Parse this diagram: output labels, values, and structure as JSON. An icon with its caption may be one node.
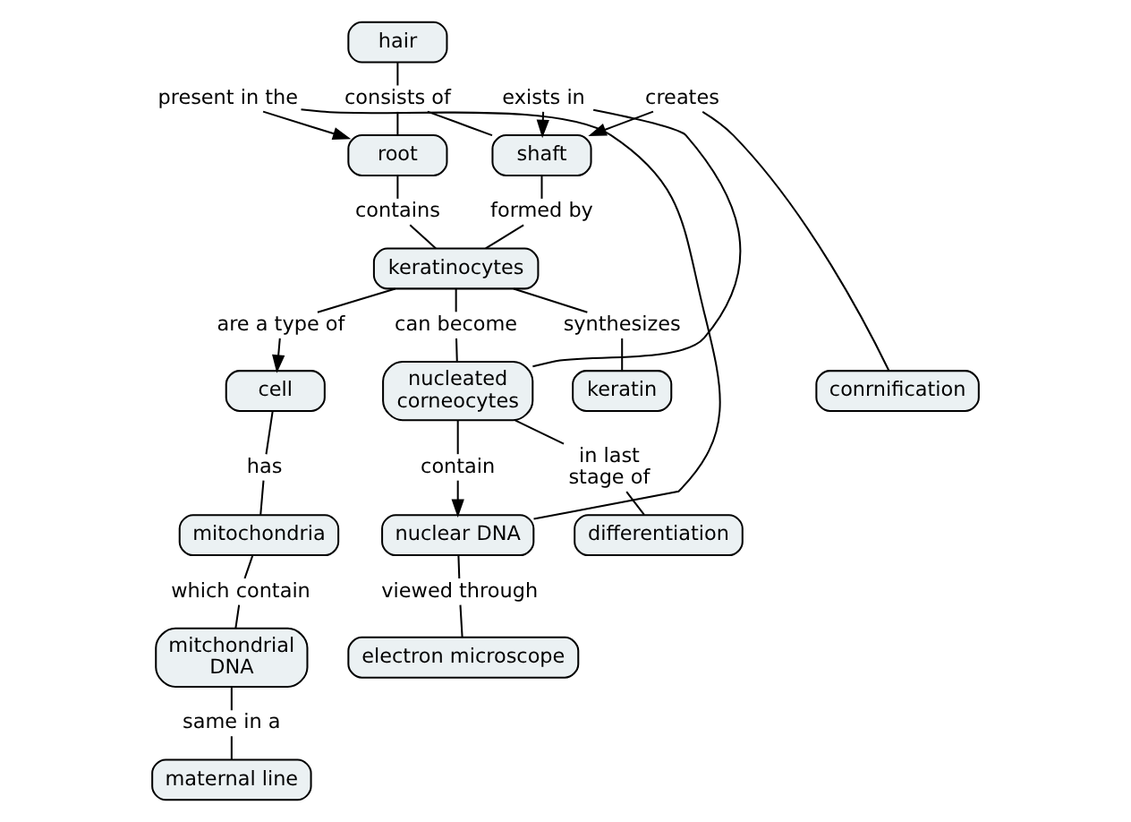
{
  "diagram": {
    "nodes": [
      {
        "text": [
          "hair"
        ]
      },
      {
        "text": [
          "consists of"
        ]
      },
      {
        "text": [
          "root"
        ]
      },
      {
        "text": [
          "shaft"
        ]
      },
      {
        "text": [
          "present in the"
        ]
      },
      {
        "text": [
          "formed by"
        ]
      },
      {
        "text": [
          "contains"
        ]
      },
      {
        "text": [
          "creates"
        ]
      },
      {
        "text": [
          "keratinocytes"
        ]
      },
      {
        "text": [
          "are a type of"
        ]
      },
      {
        "text": [
          "exists in"
        ]
      },
      {
        "text": [
          "cell"
        ]
      },
      {
        "text": [
          "can become"
        ]
      },
      {
        "text": [
          "synthesizes"
        ]
      },
      {
        "text": [
          "conrnification"
        ]
      },
      {
        "text": [
          "has"
        ]
      },
      {
        "text": [
          "nucleated corneocytes"
        ]
      },
      {
        "text": [
          "keratin"
        ]
      },
      {
        "text": [
          "mitochondria"
        ]
      },
      {
        "text": [
          "nuclear DNA"
        ]
      },
      {
        "text": [
          "contain"
        ]
      },
      {
        "text": [
          "in last stage of"
        ]
      },
      {
        "text": [
          "which contain"
        ]
      },
      {
        "text": [
          "mitchondrial DNA"
        ]
      },
      {
        "text": [
          "differentiation"
        ]
      },
      {
        "text": [
          "viewed through"
        ]
      },
      {
        "text": [
          "same in a"
        ]
      },
      {
        "text": [
          "maternal line"
        ]
      },
      {
        "text": [
          "electron microscope"
        ]
      }
    ],
    "edges": [
      {
        "from": 0,
        "to": 1,
        "arrow": "none"
      },
      {
        "from": 1,
        "to": 2,
        "arrow": "none"
      },
      {
        "from": 1,
        "to": 3,
        "arrow": "none"
      },
      {
        "from": 19,
        "to": 4,
        "arrow": "none"
      },
      {
        "from": 4,
        "to": 2,
        "arrow": "to"
      },
      {
        "from": 2,
        "to": 6,
        "arrow": "none"
      },
      {
        "from": 6,
        "to": 8,
        "arrow": "none"
      },
      {
        "from": 3,
        "to": 5,
        "arrow": "none"
      },
      {
        "from": 5,
        "to": 8,
        "arrow": "none"
      },
      {
        "from": 14,
        "to": 7,
        "arrow": "none"
      },
      {
        "from": 7,
        "to": 3,
        "arrow": "to"
      },
      {
        "from": 8,
        "to": 9,
        "arrow": "none"
      },
      {
        "from": 9,
        "to": 11,
        "arrow": "to"
      },
      {
        "from": 8,
        "to": 13,
        "arrow": "none"
      },
      {
        "from": 13,
        "to": 17,
        "arrow": "none"
      },
      {
        "from": 8,
        "to": 12,
        "arrow": "none"
      },
      {
        "from": 12,
        "to": 16,
        "arrow": "none"
      },
      {
        "from": 16,
        "to": 10,
        "arrow": "none"
      },
      {
        "from": 10,
        "to": 3,
        "arrow": "to"
      },
      {
        "from": 16,
        "to": 20,
        "arrow": "none"
      },
      {
        "from": 20,
        "to": 19,
        "arrow": "to"
      },
      {
        "from": 16,
        "to": 21,
        "arrow": "none"
      },
      {
        "from": 21,
        "to": 24,
        "arrow": "none"
      },
      {
        "from": 11,
        "to": 15,
        "arrow": "none"
      },
      {
        "from": 15,
        "to": 18,
        "arrow": "none"
      },
      {
        "from": 18,
        "to": 22,
        "arrow": "none"
      },
      {
        "from": 22,
        "to": 23,
        "arrow": "none"
      },
      {
        "from": 23,
        "to": 26,
        "arrow": "none"
      },
      {
        "from": 26,
        "to": 27,
        "arrow": "none"
      },
      {
        "from": 19,
        "to": 25,
        "arrow": "none"
      },
      {
        "from": 25,
        "to": 28,
        "arrow": "none"
      }
    ]
  }
}
